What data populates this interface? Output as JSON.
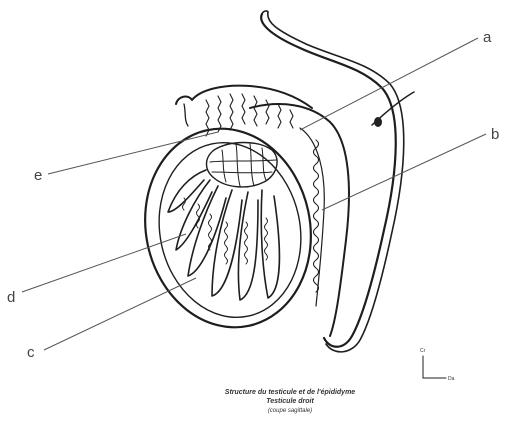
{
  "labels": {
    "a": "a",
    "b": "b",
    "c": "c",
    "d": "d",
    "e": "e"
  },
  "orientation": {
    "up": "Cr",
    "right": "Da"
  },
  "caption": {
    "line1": "Structure du testicule et de l'épididyme",
    "line2": "Testicule droit",
    "line3": "(coupe sagittale)"
  }
}
